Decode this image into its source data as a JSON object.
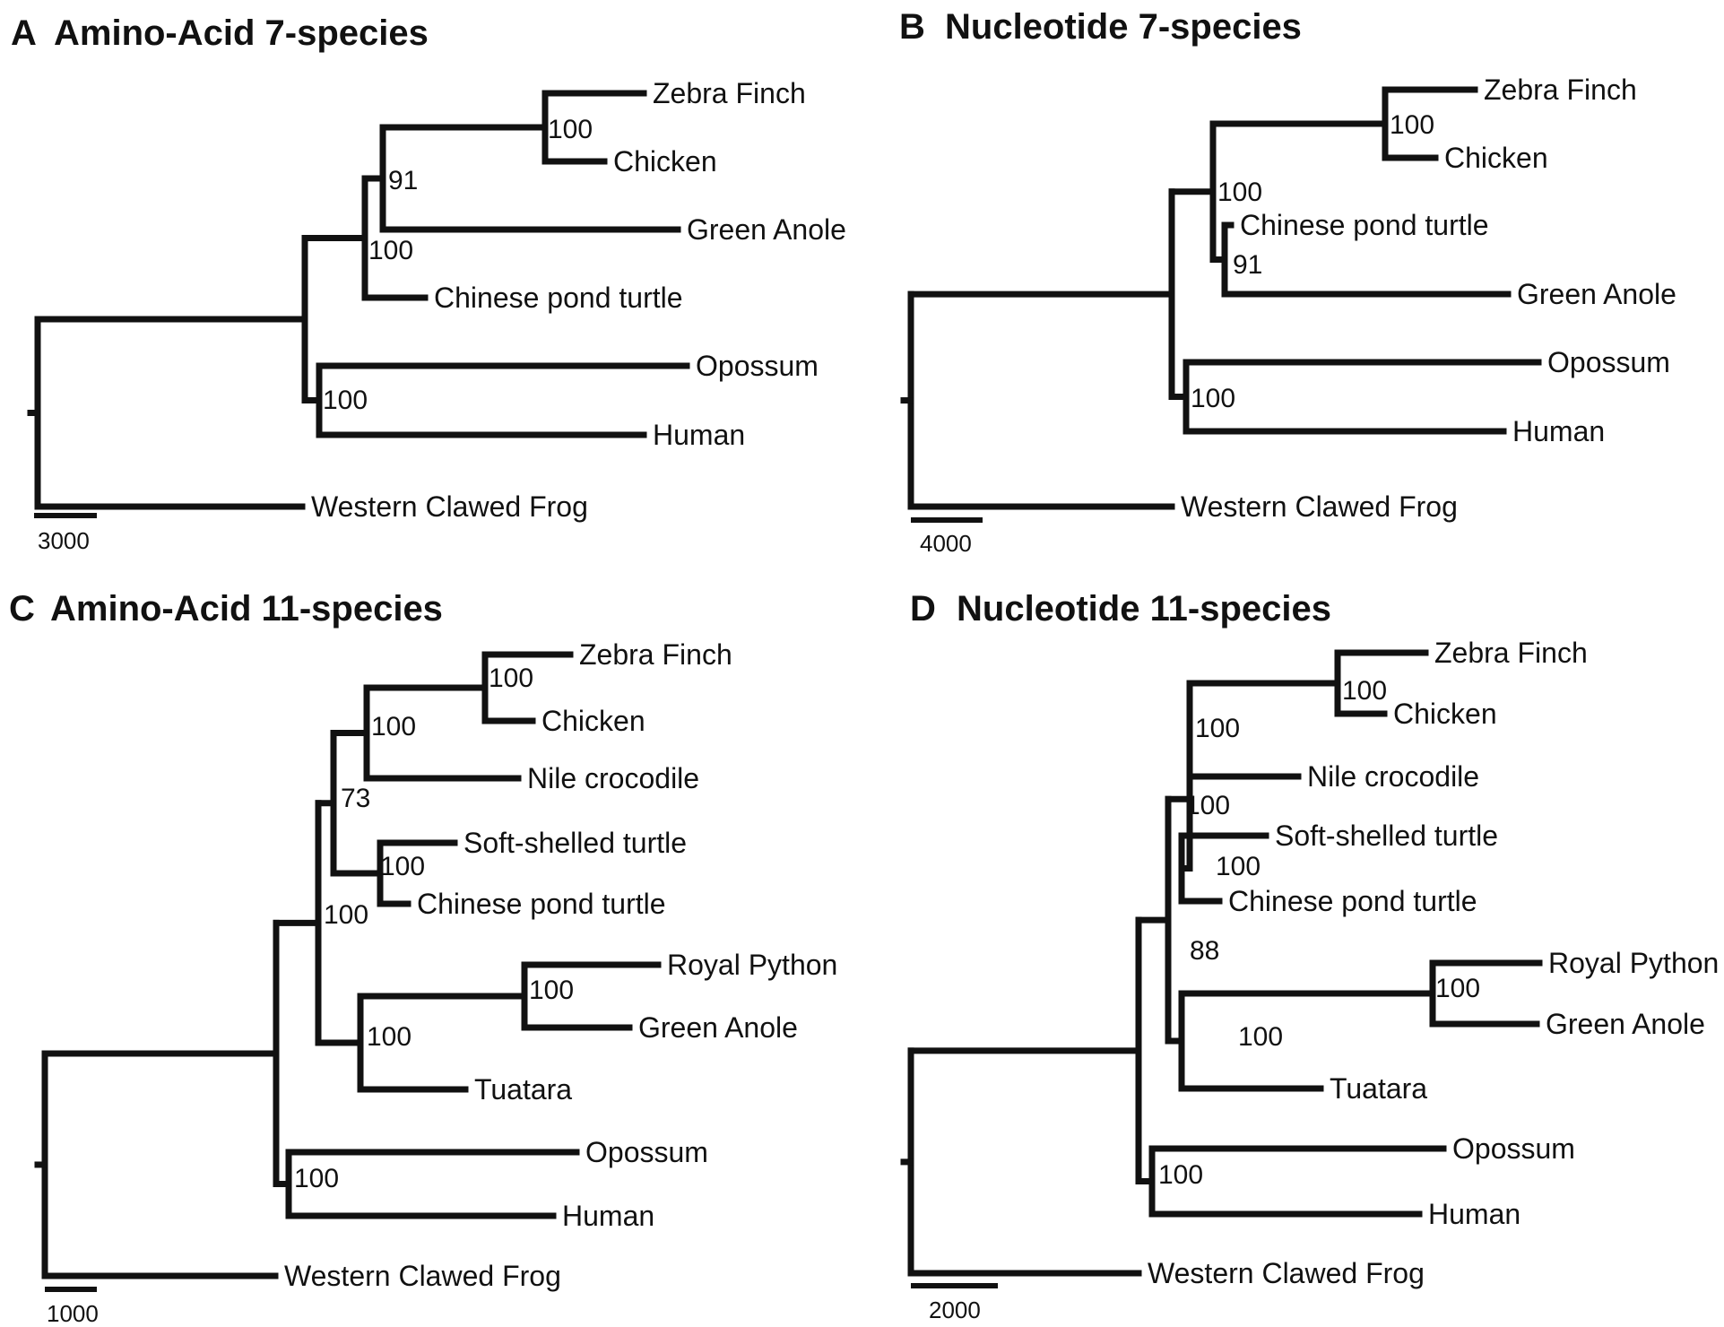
{
  "figure": {
    "panels": [
      {
        "letter": "A",
        "title": "Amino-Acid 7-species",
        "scale_label": "3000",
        "tree": [
          {
            "id": "root",
            "parent": null
          },
          {
            "id": "frog",
            "parent": "root",
            "label": "Western Clawed Frog"
          },
          {
            "id": "amniota",
            "parent": "root"
          },
          {
            "id": "sauria",
            "parent": "amniota",
            "support": "100"
          },
          {
            "id": "mammalia",
            "parent": "amniota",
            "support": "100"
          },
          {
            "id": "arch",
            "parent": "sauria",
            "support": "91"
          },
          {
            "id": "turtle",
            "parent": "sauria",
            "label": "Chinese pond turtle"
          },
          {
            "id": "birds",
            "parent": "arch",
            "support": "100"
          },
          {
            "id": "anole",
            "parent": "arch",
            "label": "Green Anole"
          },
          {
            "id": "finch",
            "parent": "birds",
            "label": "Zebra Finch"
          },
          {
            "id": "chicken",
            "parent": "birds",
            "label": "Chicken"
          },
          {
            "id": "opossum",
            "parent": "mammalia",
            "label": "Opossum"
          },
          {
            "id": "human",
            "parent": "mammalia",
            "label": "Human"
          }
        ]
      },
      {
        "letter": "B",
        "title": "Nucleotide 7-species",
        "scale_label": "4000",
        "tree": [
          {
            "id": "root",
            "parent": null
          },
          {
            "id": "frog",
            "parent": "root",
            "label": "Western Clawed Frog"
          },
          {
            "id": "amniota",
            "parent": "root"
          },
          {
            "id": "sauria",
            "parent": "amniota",
            "support": "100"
          },
          {
            "id": "mammalia",
            "parent": "amniota",
            "support": "100"
          },
          {
            "id": "birds",
            "parent": "sauria",
            "support": "100"
          },
          {
            "id": "turtleanole",
            "parent": "sauria",
            "support": "91"
          },
          {
            "id": "finch",
            "parent": "birds",
            "label": "Zebra Finch"
          },
          {
            "id": "chicken",
            "parent": "birds",
            "label": "Chicken"
          },
          {
            "id": "turtle",
            "parent": "turtleanole",
            "label": "Chinese pond turtle"
          },
          {
            "id": "anole",
            "parent": "turtleanole",
            "label": "Green Anole"
          },
          {
            "id": "opossum",
            "parent": "mammalia",
            "label": "Opossum"
          },
          {
            "id": "human",
            "parent": "mammalia",
            "label": "Human"
          }
        ]
      },
      {
        "letter": "C",
        "title": "Amino-Acid 11-species",
        "scale_label": "1000",
        "tree": [
          {
            "id": "root",
            "parent": null
          },
          {
            "id": "frog",
            "parent": "root",
            "label": "Western Clawed Frog"
          },
          {
            "id": "amniota",
            "parent": "root"
          },
          {
            "id": "sauria",
            "parent": "amniota",
            "support": "100"
          },
          {
            "id": "mammalia",
            "parent": "amniota",
            "support": "100"
          },
          {
            "id": "archelosauria",
            "parent": "sauria",
            "support": "73"
          },
          {
            "id": "lepido",
            "parent": "sauria",
            "support": "100"
          },
          {
            "id": "archosauria",
            "parent": "archelosauria",
            "support": "100"
          },
          {
            "id": "turtles",
            "parent": "archelosauria",
            "support": "100"
          },
          {
            "id": "birds",
            "parent": "archosauria",
            "support": "100"
          },
          {
            "id": "croc",
            "parent": "archosauria",
            "label": "Nile crocodile"
          },
          {
            "id": "finch",
            "parent": "birds",
            "label": "Zebra Finch"
          },
          {
            "id": "chicken",
            "parent": "birds",
            "label": "Chicken"
          },
          {
            "id": "softturtle",
            "parent": "turtles",
            "label": "Soft-shelled turtle"
          },
          {
            "id": "pondturtle",
            "parent": "turtles",
            "label": "Chinese pond turtle"
          },
          {
            "id": "squamata",
            "parent": "lepido",
            "support": "100"
          },
          {
            "id": "tuatara",
            "parent": "lepido",
            "label": "Tuatara"
          },
          {
            "id": "python",
            "parent": "squamata",
            "label": "Royal Python"
          },
          {
            "id": "anole",
            "parent": "squamata",
            "label": "Green Anole"
          },
          {
            "id": "opossum",
            "parent": "mammalia",
            "label": "Opossum"
          },
          {
            "id": "human",
            "parent": "mammalia",
            "label": "Human"
          }
        ]
      },
      {
        "letter": "D",
        "title": "Nucleotide 11-species",
        "scale_label": "2000",
        "tree": [
          {
            "id": "root",
            "parent": null
          },
          {
            "id": "frog",
            "parent": "root",
            "label": "Western Clawed Frog"
          },
          {
            "id": "amniota",
            "parent": "root"
          },
          {
            "id": "sauria",
            "parent": "amniota",
            "support": "88"
          },
          {
            "id": "mammalia",
            "parent": "amniota",
            "support": "100"
          },
          {
            "id": "archelosauria",
            "parent": "sauria",
            "support": "100"
          },
          {
            "id": "lepido",
            "parent": "sauria",
            "support": "100"
          },
          {
            "id": "archosauria",
            "parent": "archelosauria",
            "support": "100"
          },
          {
            "id": "turtles",
            "parent": "archelosauria",
            "support": "100"
          },
          {
            "id": "birds",
            "parent": "archosauria",
            "support": "100"
          },
          {
            "id": "croc",
            "parent": "archosauria",
            "label": "Nile crocodile"
          },
          {
            "id": "finch",
            "parent": "birds",
            "label": "Zebra Finch"
          },
          {
            "id": "chicken",
            "parent": "birds",
            "label": "Chicken"
          },
          {
            "id": "softturtle",
            "parent": "turtles",
            "label": "Soft-shelled turtle"
          },
          {
            "id": "pondturtle",
            "parent": "turtles",
            "label": "Chinese pond turtle"
          },
          {
            "id": "squamata",
            "parent": "lepido",
            "support": "100"
          },
          {
            "id": "tuatara",
            "parent": "lepido",
            "label": "Tuatara"
          },
          {
            "id": "python",
            "parent": "squamata",
            "label": "Royal Python"
          },
          {
            "id": "anole",
            "parent": "squamata",
            "label": "Green Anole"
          },
          {
            "id": "opossum",
            "parent": "mammalia",
            "label": "Opossum"
          },
          {
            "id": "human",
            "parent": "mammalia",
            "label": "Human"
          }
        ]
      }
    ]
  }
}
